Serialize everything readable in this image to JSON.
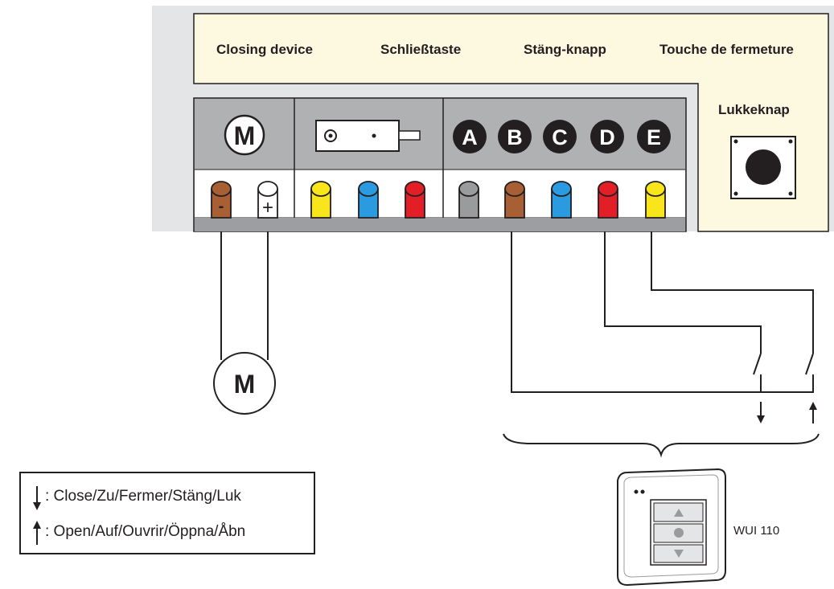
{
  "labels": {
    "closing_device": "Closing device",
    "schliesstaste": "Schließtaste",
    "staeng_knapp": "Stäng-knapp",
    "touche": "Touche de fermeture",
    "lukkeknap": "Lukkeknap"
  },
  "terminals": {
    "motor_symbol": "M",
    "letters": [
      "A",
      "B",
      "C",
      "D",
      "E"
    ],
    "minus": "-",
    "plus": "+"
  },
  "motor": {
    "label": "M"
  },
  "legend": {
    "close_text": ": Close/Zu/Fermer/Stäng/Luk",
    "open_text": ": Open/Auf/Ouvrir/Öppna/Åbn"
  },
  "device": {
    "name": "WUI 110"
  },
  "colors": {
    "panel_bg": "#e4e5e6",
    "label_bg": "#fdf9e1",
    "terminal_header": "#b0b1b3",
    "terminal_bar": "#9d9ea1",
    "brown": "#a85f33",
    "white": "#ffffff",
    "yellow": "#f9e51c",
    "blue": "#2a9be0",
    "red": "#e21e26",
    "grey": "#9a9b9d",
    "ink": "#231f20"
  }
}
